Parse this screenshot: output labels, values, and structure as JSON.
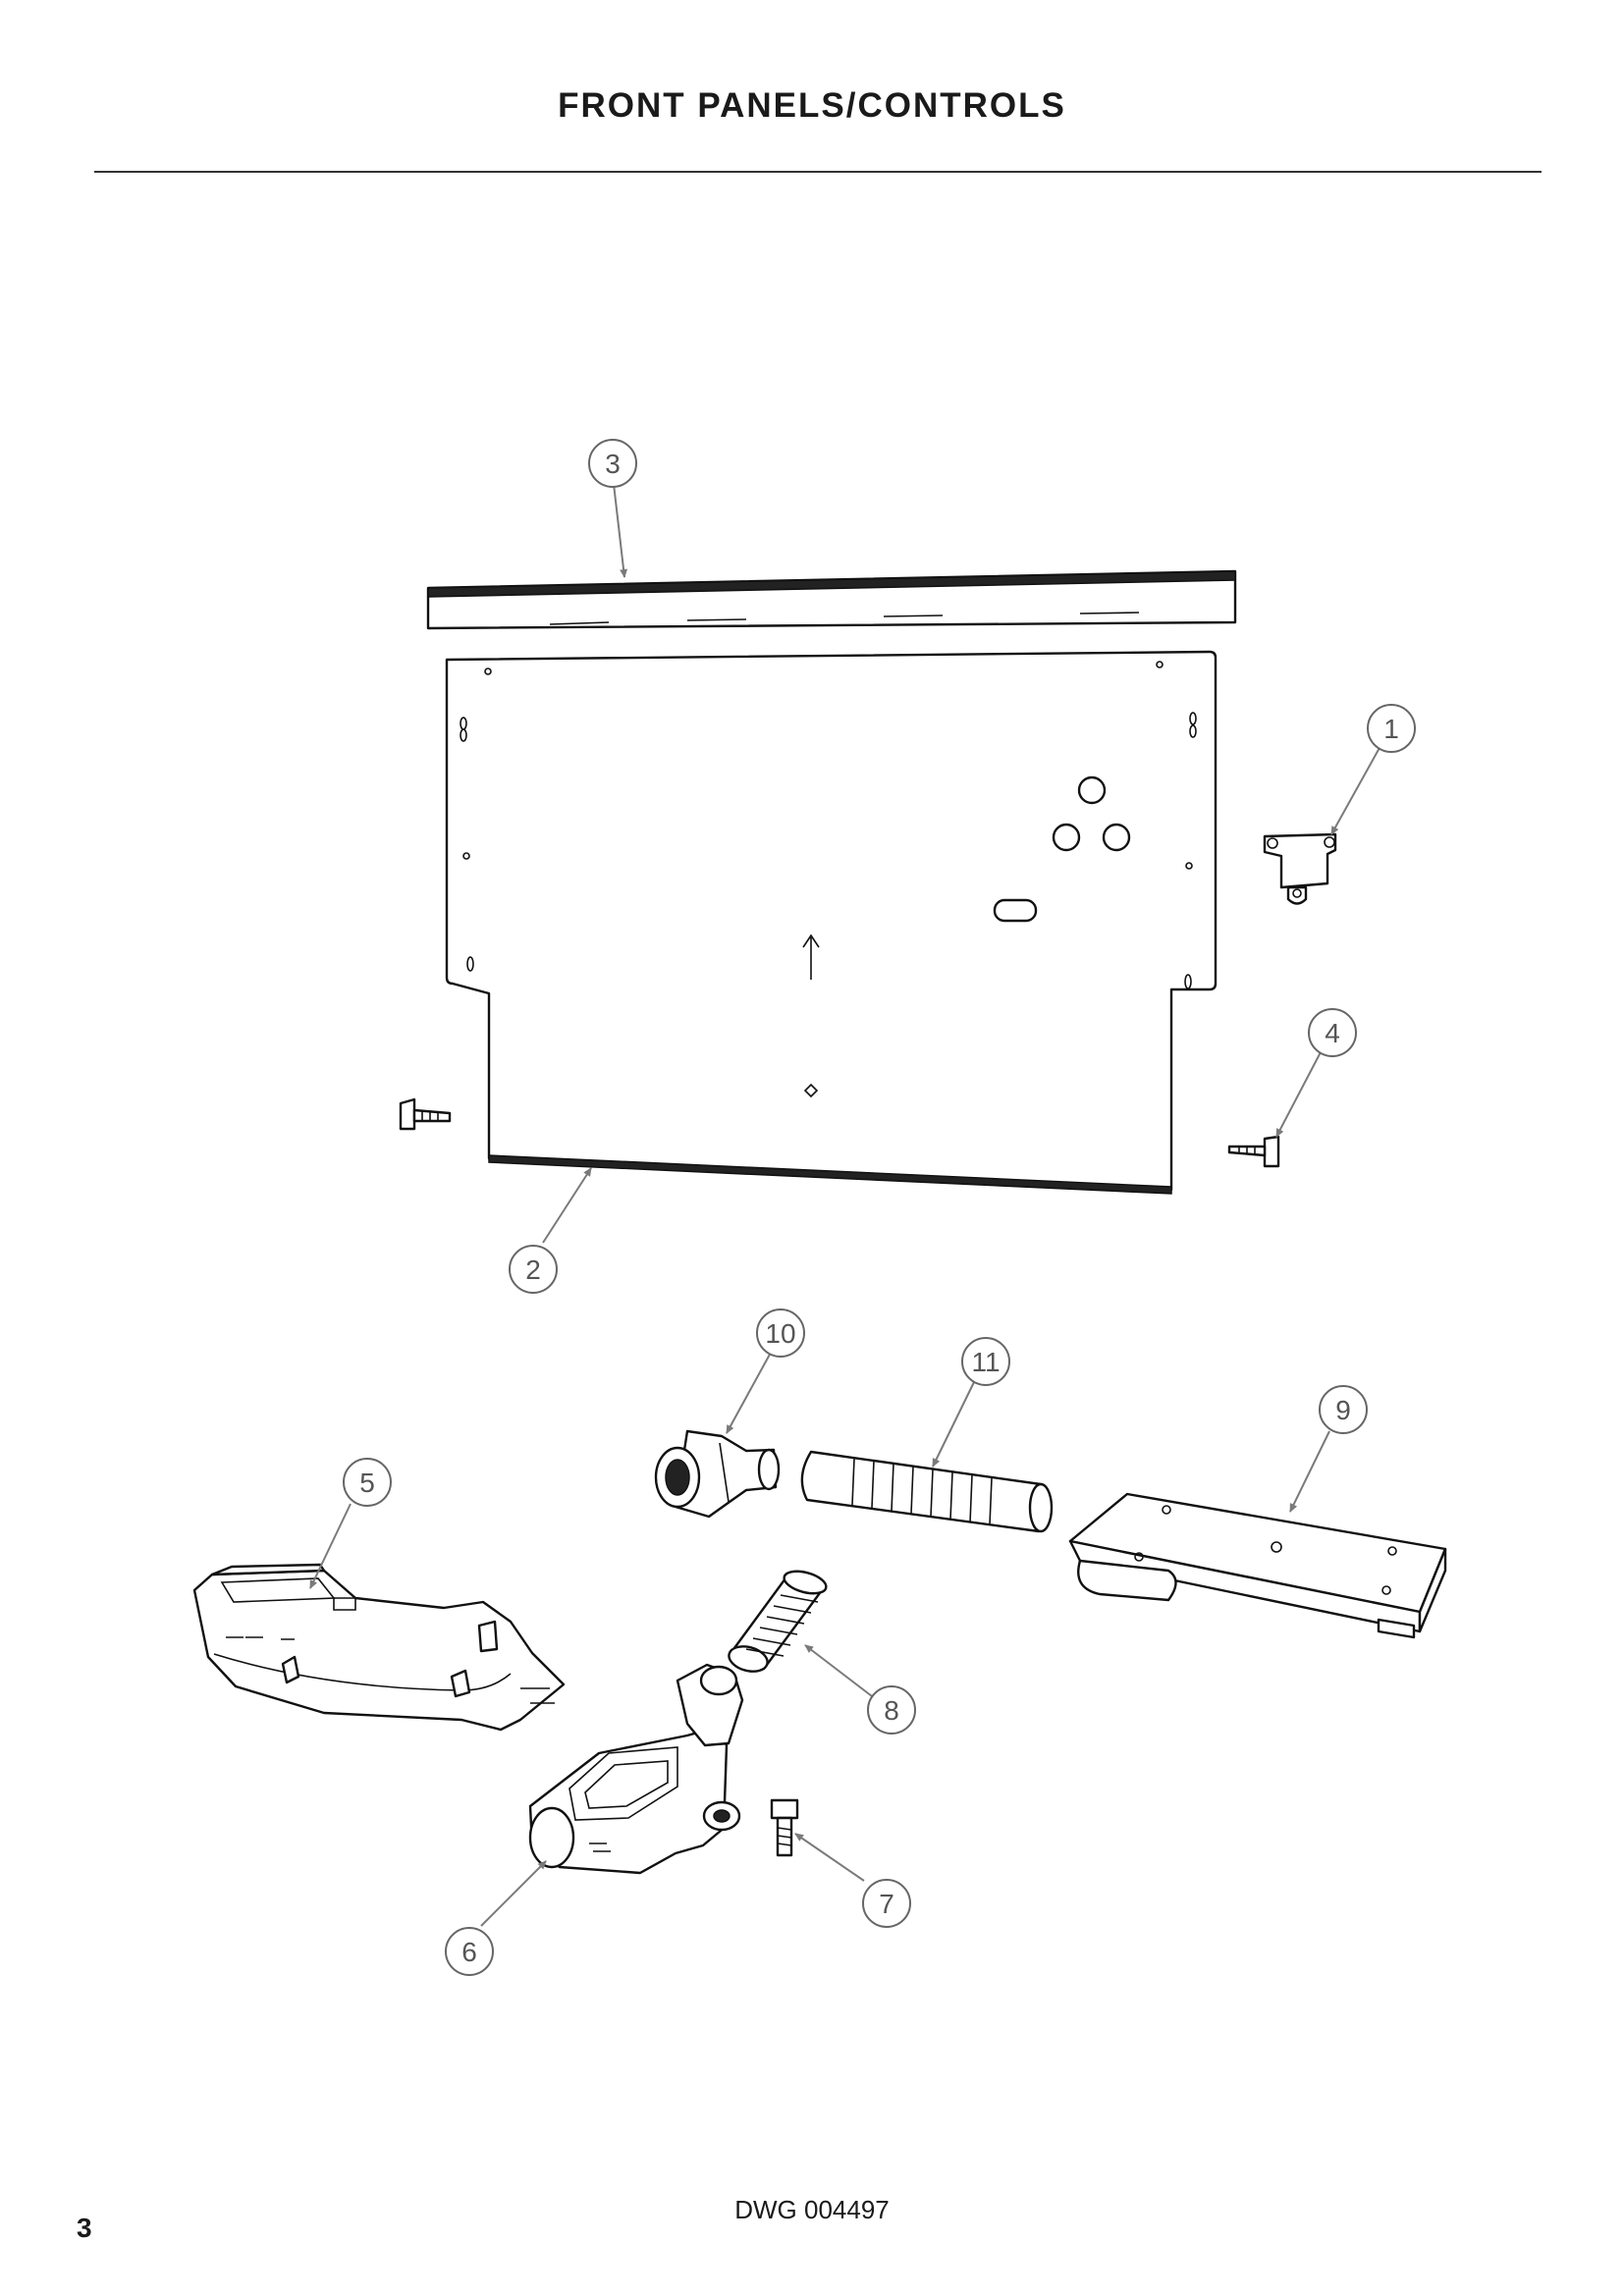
{
  "header": {
    "title": "FRONT PANELS/CONTROLS"
  },
  "footer": {
    "drawing_number": "DWG 004497",
    "page_number": "3"
  },
  "callouts": [
    {
      "label": "1"
    },
    {
      "label": "2"
    },
    {
      "label": "3"
    },
    {
      "label": "4"
    },
    {
      "label": "5"
    },
    {
      "label": "6"
    },
    {
      "label": "7"
    },
    {
      "label": "8"
    },
    {
      "label": "9"
    },
    {
      "label": "10"
    },
    {
      "label": "11"
    }
  ],
  "icons": [
    "hinge-bracket-icon",
    "front-panel-icon",
    "top-trim-strip-icon",
    "screw-clip-icon",
    "air-duct-icon",
    "hose-connector-icon",
    "bolt-icon",
    "flexible-hose-icon",
    "mounting-plate-icon",
    "elbow-fitting-icon",
    "corrugated-hose-icon"
  ]
}
